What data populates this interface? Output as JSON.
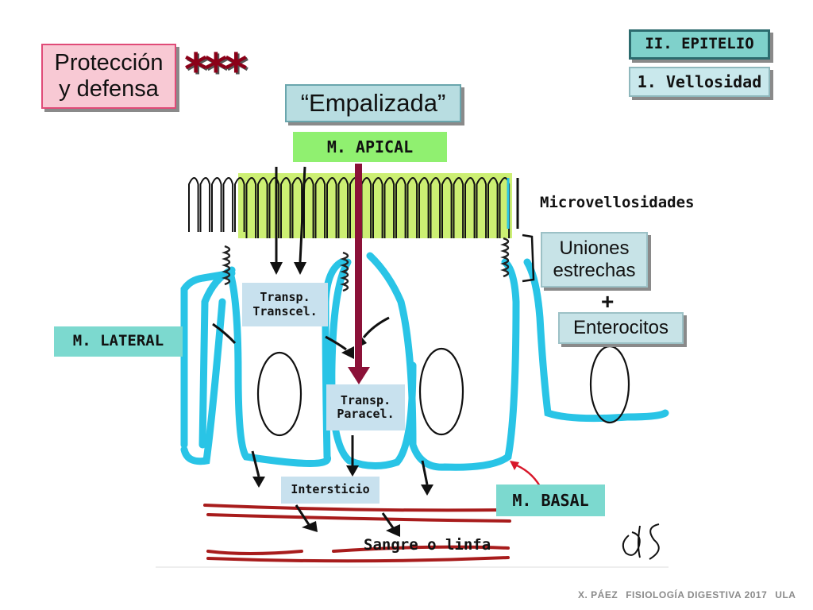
{
  "title_box": {
    "line1": "Protección",
    "line2": "y defensa"
  },
  "stars": "***",
  "subtitle": "“Empalizada”",
  "section": {
    "chapter": "II. EPITELIO",
    "topic": "1. Vellosidad"
  },
  "labels": {
    "apical": "M. APICAL",
    "microvellosidades": "Microvellosidades",
    "uniones_line1": "Uniones",
    "uniones_line2": "estrechas",
    "plus": "+",
    "enterocitos": "Enterocitos",
    "lateral": "M. LATERAL",
    "transcel_line1": "Transp.",
    "transcel_line2": "Transcel.",
    "paracel_line1": "Transp.",
    "paracel_line2": "Paracel.",
    "intersticio": "Intersticio",
    "basal": "M. BASAL",
    "sangre": "Sangre o linfa"
  },
  "footer": {
    "author": "X. PÁEZ",
    "course": "FISIOLOGÍA DIGESTIVA 2017",
    "org": "ULA"
  },
  "colors": {
    "membrane": "#29c4e6",
    "microvilli_fill": "#b9e84a",
    "pathway_arrow": "#8b1138",
    "vessel": "#a81c1c",
    "ink": "#111111"
  }
}
